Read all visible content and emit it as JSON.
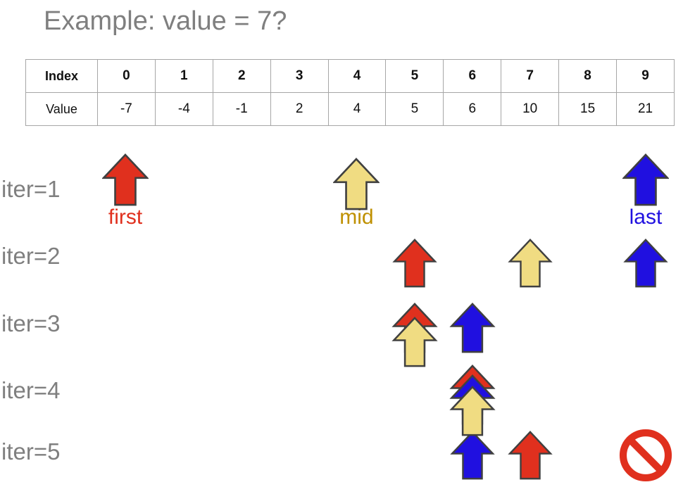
{
  "slide": {
    "title": "Example: value = 7?",
    "title_color": "#7f7f7f",
    "background": "#ffffff"
  },
  "colors": {
    "first": "#e0301e",
    "mid": "#f0dc82",
    "mid_text": "#bf9000",
    "last": "#2010e0",
    "stroke": "#404040",
    "table_border": "#a6a6a6",
    "gray_text": "#7f7f7f",
    "forbidden": "#e0301e"
  },
  "table": {
    "row_headers": [
      "Index",
      "Value"
    ],
    "index": [
      "0",
      "1",
      "2",
      "3",
      "4",
      "5",
      "6",
      "7",
      "8",
      "9"
    ],
    "value": [
      "-7",
      "-4",
      "-1",
      "2",
      "4",
      "5",
      "6",
      "10",
      "15",
      "21"
    ]
  },
  "captions": {
    "first": "first",
    "mid": "mid",
    "last": "last"
  },
  "iterations": [
    {
      "label": "iter=1",
      "markers": [
        {
          "kind": "arrow",
          "role": "first",
          "index": 0
        },
        {
          "kind": "arrow",
          "role": "mid",
          "index": 4
        },
        {
          "kind": "arrow",
          "role": "last",
          "index": 9
        }
      ]
    },
    {
      "label": "iter=2",
      "markers": [
        {
          "kind": "arrow",
          "role": "first",
          "index": 5
        },
        {
          "kind": "arrow",
          "role": "mid",
          "index": 7
        },
        {
          "kind": "arrow",
          "role": "last",
          "index": 9
        }
      ]
    },
    {
      "label": "iter=3",
      "markers": [
        {
          "kind": "arrow",
          "role": "first",
          "index": 5
        },
        {
          "kind": "arrow",
          "role": "mid",
          "index": 5
        },
        {
          "kind": "arrow",
          "role": "last",
          "index": 6
        }
      ]
    },
    {
      "label": "iter=4",
      "markers": [
        {
          "kind": "arrow",
          "role": "first",
          "index": 6
        },
        {
          "kind": "arrow",
          "role": "mid",
          "index": 6
        },
        {
          "kind": "arrow",
          "role": "last",
          "index": 6
        }
      ]
    },
    {
      "label": "iter=5",
      "markers": [
        {
          "kind": "arrow",
          "role": "last",
          "index": 6
        },
        {
          "kind": "arrow",
          "role": "first",
          "index": 7
        },
        {
          "kind": "forbidden",
          "role": "none",
          "index": 9
        }
      ]
    }
  ]
}
